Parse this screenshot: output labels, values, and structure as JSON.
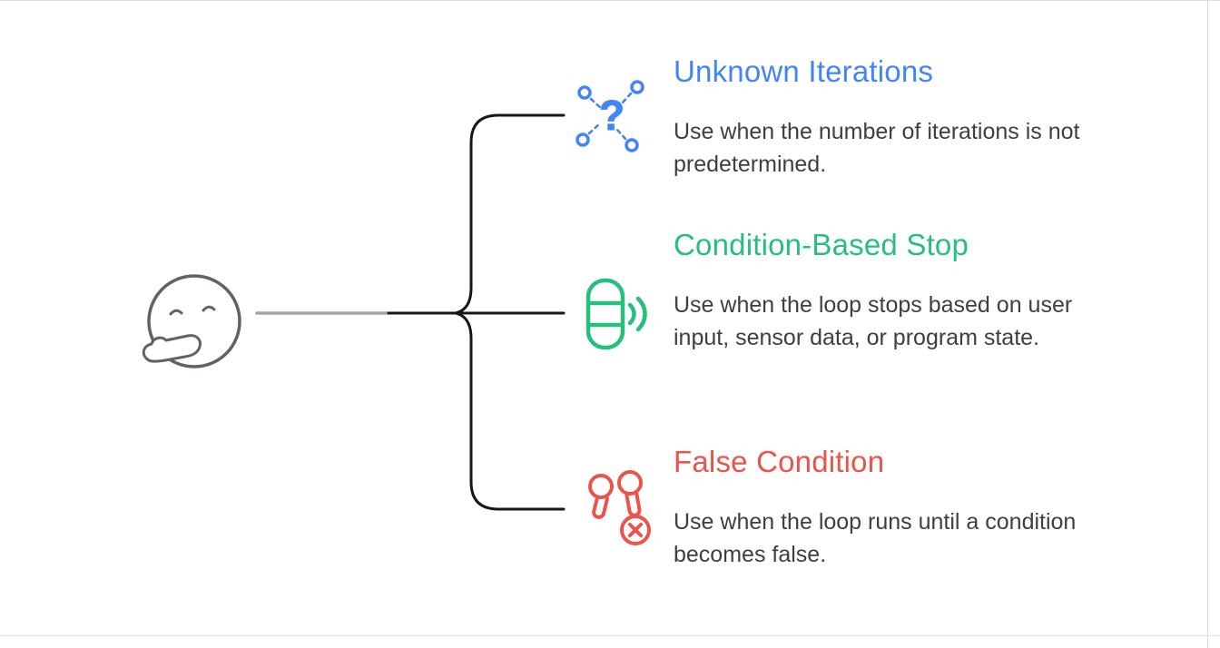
{
  "diagram": {
    "root_icon": "thinking-face",
    "face_color": "#5F6368",
    "text_color": "#3C4043",
    "connector": {
      "stem_color": "#A5A5A5",
      "branch_color": "#161616"
    },
    "frame_color": "#DCDCDC",
    "branches": [
      {
        "title": "Unknown Iterations",
        "description": "Use when the number of iterations is not predetermined.",
        "accent_color": "#4285F4",
        "icon": "network-question-icon"
      },
      {
        "title": "Condition-Based Stop",
        "description": "Use when the loop stops based on user input, sensor data, or program state.",
        "accent_color": "#28BE7D",
        "icon": "sensor-signal-icon"
      },
      {
        "title": "False Condition",
        "description": "Use when the loop runs until a condition becomes false.",
        "accent_color": "#EB544A",
        "icon": "earbuds-cancel-icon"
      }
    ]
  }
}
